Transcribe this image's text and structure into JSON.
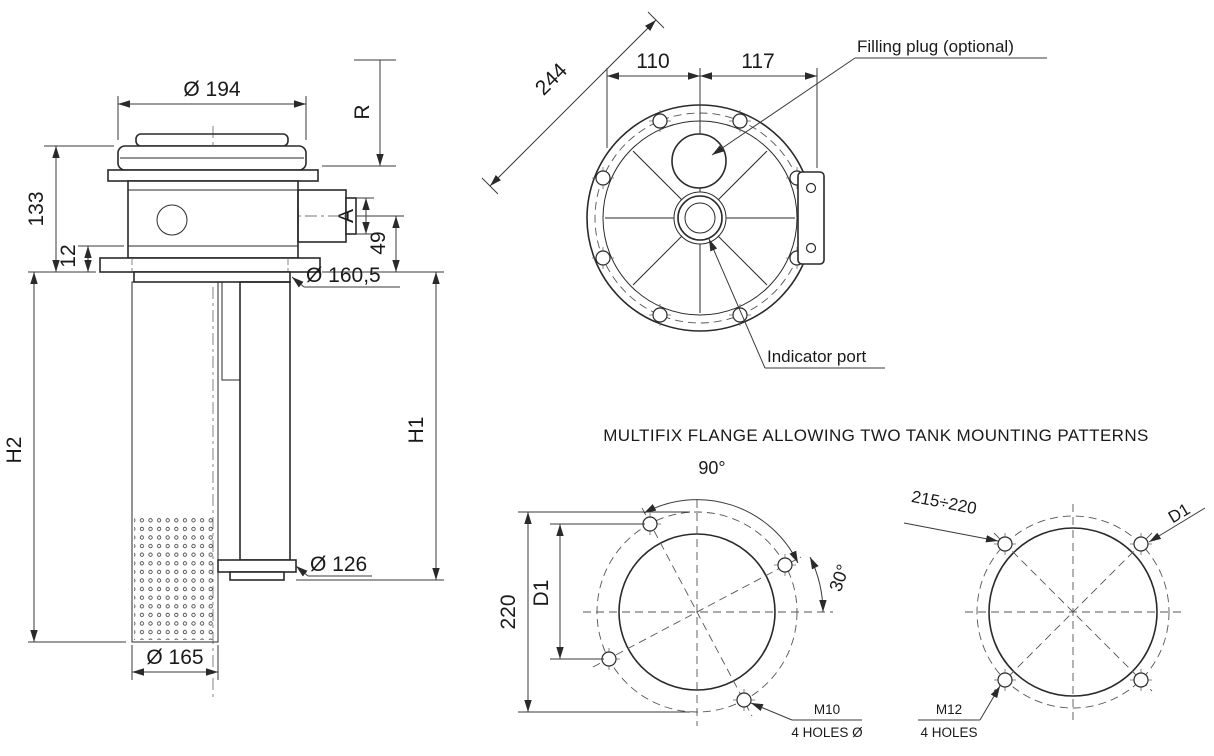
{
  "drawing": {
    "side_view": {
      "dia_top": "Ø 194",
      "r_label": "R",
      "h_133": "133",
      "h_12": "12",
      "a_label": "A",
      "h_49": "49",
      "dia_collar": "Ø 160,5",
      "h2": "H2",
      "h1": "H1",
      "dia_element": "Ø 126",
      "dia_basket": "Ø 165"
    },
    "top_view": {
      "diag_244": "244",
      "w_110": "110",
      "w_117": "117",
      "filling_plug_label": "Filling plug (optional)",
      "indicator_port_label": "Indicator port"
    },
    "mounting": {
      "heading": "MULTIFIX FLANGE ALLOWING TWO TANK MOUNTING PATTERNS",
      "pattern1": {
        "angle_90": "90°",
        "angle_30": "30°",
        "dia_220": "220",
        "d1": "D1",
        "thread": "M10",
        "holes": "4 HOLES Ø"
      },
      "pattern2": {
        "range": "215÷220",
        "d1": "D1",
        "thread": "M12",
        "holes": "4 HOLES"
      }
    }
  }
}
